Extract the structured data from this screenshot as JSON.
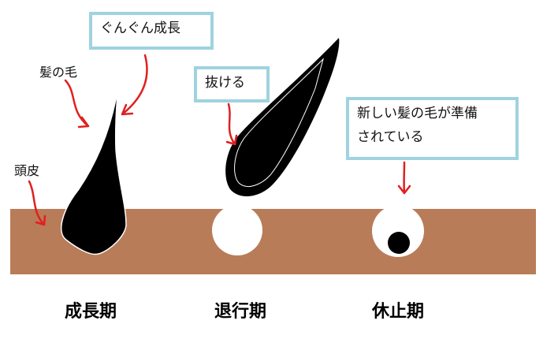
{
  "callouts": {
    "growing": "ぐんぐん成長",
    "falling_out": "抜ける",
    "new_hair_line1": "新しい髪の毛が準備",
    "new_hair_line2": "されている"
  },
  "labels": {
    "hair": "髪の毛",
    "scalp": "頭皮"
  },
  "phases": [
    "成長期",
    "退行期",
    "休止期"
  ],
  "colors": {
    "scalp": "#b97c58",
    "hair": "#000000",
    "arrow": "#e02020",
    "callout_border": "#9fd3df",
    "follicle": "#ffffff"
  }
}
